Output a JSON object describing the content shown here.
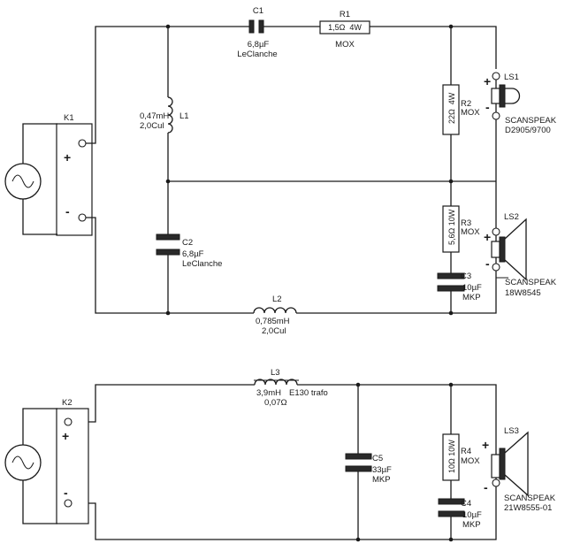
{
  "components": {
    "K1": "K1",
    "K2": "K2",
    "C1": {
      "name": "C1",
      "value": "6,8µF",
      "type": "LeClanche"
    },
    "R1": {
      "name": "R1",
      "value": "1,5Ω  4W",
      "type": "MOX"
    },
    "L1": {
      "name": "L1",
      "value": "0,47mH",
      "wire": "2,0Cul"
    },
    "R2": {
      "name": "R2",
      "value": "22Ω  4W",
      "type": "MOX"
    },
    "LS1": {
      "name": "LS1",
      "brand": "SCANSPEAK",
      "model": "D2905/9700"
    },
    "R3": {
      "name": "R3",
      "value": "5,6Ω 10W",
      "type": "MOX"
    },
    "LS2": {
      "name": "LS2",
      "brand": "SCANSPEAK",
      "model": "18W8545"
    },
    "C2": {
      "name": "C2",
      "value": "6,8µF",
      "type": "LeClanche"
    },
    "C3": {
      "name": "C3",
      "value": "10µF",
      "type": "MKP"
    },
    "L2": {
      "name": "L2",
      "value": "0,785mH",
      "wire": "2,0Cul"
    },
    "L3": {
      "name": "L3",
      "value": "3,9mH",
      "core": "E130 trafo",
      "resistance": "0,07Ω"
    },
    "C5": {
      "name": "C5",
      "value": "33µF",
      "type": "MKP"
    },
    "R4": {
      "name": "R4",
      "value": "10Ω 10W",
      "type": "MOX"
    },
    "LS3": {
      "name": "LS3",
      "brand": "SCANSPEAK",
      "model": "21W8555-01"
    },
    "C4": {
      "name": "C4",
      "value": "10µF",
      "type": "MKP"
    }
  },
  "polarity": {
    "plus": "+",
    "minus": "-"
  }
}
